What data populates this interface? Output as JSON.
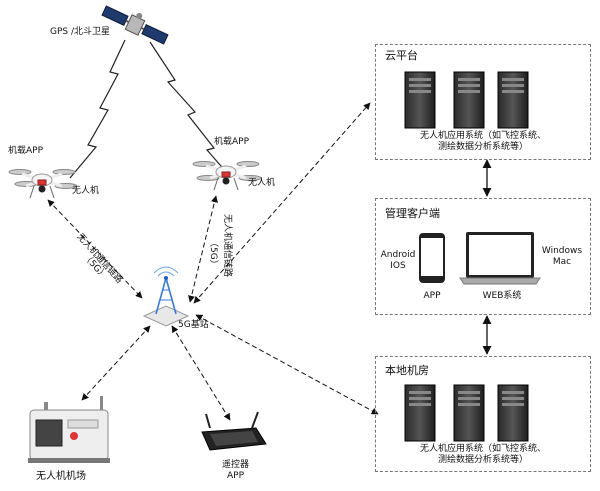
{
  "satellite": {
    "label": "GPS /北斗卫星"
  },
  "drones": [
    {
      "app_label": "机载APP",
      "name": "无人机"
    },
    {
      "app_label": "机载APP",
      "name": "无人机"
    }
  ],
  "links": [
    {
      "label": "无人机通信链路",
      "sub": "（5G）"
    },
    {
      "label": "无人机通信链路",
      "sub": "（5G）"
    }
  ],
  "base_station": {
    "label": "5G基站"
  },
  "airport": {
    "label": "无人机机场"
  },
  "remote": {
    "label": "遥控器",
    "sub": "APP"
  },
  "cloud": {
    "title": "云平台",
    "desc_line1": "无人机应用系统（如飞控系统、",
    "desc_line2": "测绘数据分析系统等）"
  },
  "client": {
    "title": "管理客户端",
    "phone_os_line1": "Android",
    "phone_os_line2": "IOS",
    "phone_label": "APP",
    "laptop_os_line1": "Windows",
    "laptop_os_line2": "Mac",
    "laptop_label": "WEB系统"
  },
  "local": {
    "title": "本地机房",
    "desc_line1": "无人机应用系统（如飞控系统、",
    "desc_line2": "测绘数据分析系统等）"
  }
}
